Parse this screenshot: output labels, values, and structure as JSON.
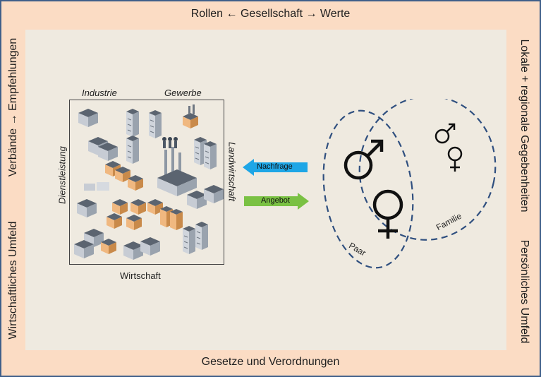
{
  "frame": {
    "top": "Rollen ← Gesellschaft → Werte",
    "bottom": "Gesetze und Verordnungen",
    "left_top": "Verbände → Empfehlungen",
    "left_bottom": "Wirtschaftliches Umfeld",
    "right_top": "Lokale + regionale Gegebenheiten",
    "right_bottom": "Persönliches Umfeld"
  },
  "economy": {
    "industrie": "Industrie",
    "gewerbe": "Gewerbe",
    "dienstleistung": "Dienstleistung",
    "landwirtschaft": "Landwirtschaft",
    "wirtschaft": "Wirtschaft"
  },
  "arrows": {
    "nachfrage": "Nachfrage",
    "angebot": "Angebot",
    "nachfrage_color": "#1ea6e6",
    "angebot_color": "#7ac143"
  },
  "sets": {
    "paar": "Paar",
    "familie": "Familie",
    "outline_color": "#2f4f7f"
  },
  "colors": {
    "outer_background": "#fbdcc4",
    "inner_background": "#efeae0",
    "border": "#3f5f8a"
  }
}
